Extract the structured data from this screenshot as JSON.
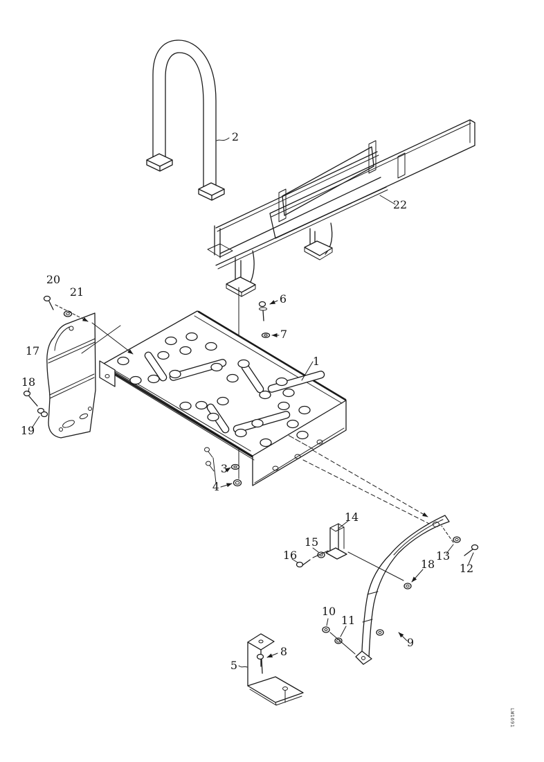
{
  "diagram": {
    "type": "exploded-parts-diagram",
    "background_color": "#ffffff",
    "line_color": "#1a1a1a",
    "description": "Step platform assembly exploded view with numbered part callouts"
  },
  "callouts": {
    "c1": {
      "label": "1"
    },
    "c2": {
      "label": "2"
    },
    "c3": {
      "label": "3"
    },
    "c4": {
      "label": "4"
    },
    "c5": {
      "label": "5"
    },
    "c6": {
      "label": "6"
    },
    "c7": {
      "label": "7"
    },
    "c8": {
      "label": "8"
    },
    "c9": {
      "label": "9"
    },
    "c10": {
      "label": "10"
    },
    "c11": {
      "label": "11"
    },
    "c12": {
      "label": "12"
    },
    "c13": {
      "label": "13"
    },
    "c14": {
      "label": "14"
    },
    "c15": {
      "label": "15"
    },
    "c16": {
      "label": "16"
    },
    "c17": {
      "label": "17"
    },
    "c18": {
      "label": "18"
    },
    "c18b": {
      "label": "18"
    },
    "c19": {
      "label": "19"
    },
    "c20": {
      "label": "20"
    },
    "c21": {
      "label": "21"
    },
    "c22": {
      "label": "22"
    }
  },
  "footer": {
    "drawing_code": "LW1691"
  }
}
